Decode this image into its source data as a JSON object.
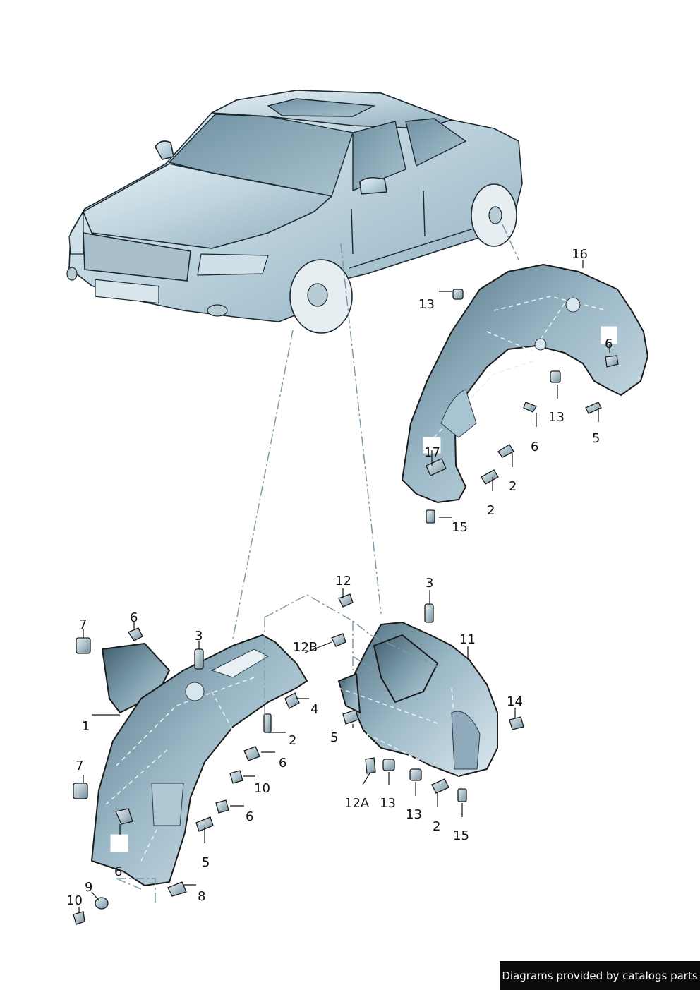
{
  "callouts": {
    "c1": "1",
    "c2a": "2",
    "c2b": "2",
    "c2c": "2",
    "c2d": "2",
    "c3a": "3",
    "c3b": "3",
    "c4": "4",
    "c5a": "5",
    "c5b": "5",
    "c5c": "5",
    "c6a": "6",
    "c6b": "6",
    "c6c": "6",
    "c6d": "6",
    "c6e": "6",
    "c6f": "6",
    "c7a": "7",
    "c7b": "7",
    "c8": "8",
    "c9": "9",
    "c10a": "10",
    "c10b": "10",
    "c11": "11",
    "c12": "12",
    "c12a": "12A",
    "c12b": "12B",
    "c13a": "13",
    "c13b": "13",
    "c13c": "13",
    "c13d": "13",
    "c14": "14",
    "c15a": "15",
    "c15b": "15",
    "c16": "16",
    "c17": "17"
  },
  "footer": {
    "credit": "Diagrams provided by catalogs parts"
  },
  "colors": {
    "part_light": "#c9dce6",
    "part_dark": "#5d7c8c",
    "outline": "#1a1a1a",
    "banner": "#0b0b0b"
  }
}
